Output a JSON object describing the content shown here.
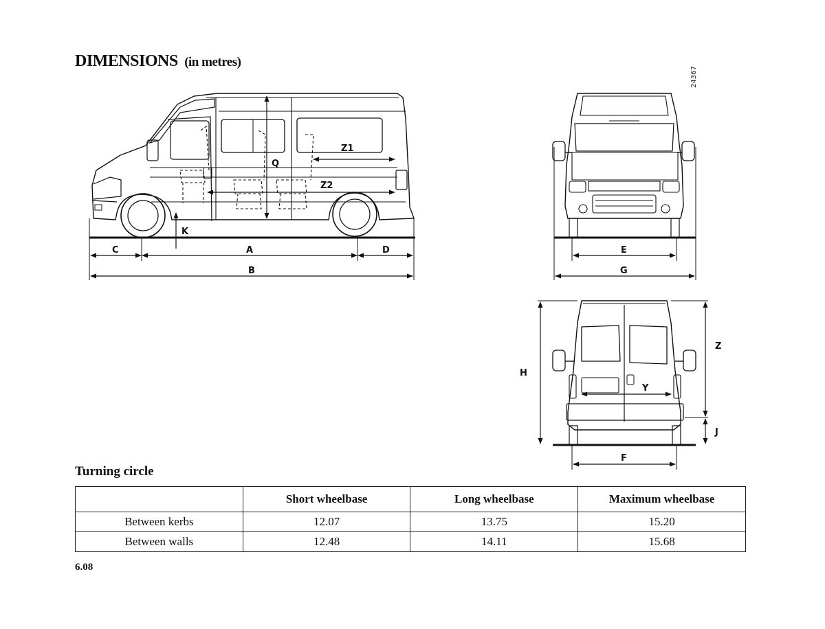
{
  "header": {
    "title": "DIMENSIONS",
    "subtitle": "(in metres)"
  },
  "figure_code": "24367",
  "side_view": {
    "labels": {
      "q": "Q",
      "z1": "Z1",
      "z2": "Z2",
      "k": "K",
      "c": "C",
      "a": "A",
      "d": "D",
      "b": "B"
    }
  },
  "front_view": {
    "labels": {
      "e": "E",
      "g": "G"
    }
  },
  "rear_view": {
    "labels": {
      "h": "H",
      "z": "Z",
      "y": "Y",
      "j": "J",
      "f": "F"
    }
  },
  "turning_circle": {
    "title": "Turning circle",
    "columns": [
      "",
      "Short wheelbase",
      "Long wheelbase",
      "Maximum wheelbase"
    ],
    "rows": [
      {
        "label": "Between kerbs",
        "values": [
          "12.07",
          "13.75",
          "15.20"
        ]
      },
      {
        "label": "Between walls",
        "values": [
          "12.48",
          "14.11",
          "15.68"
        ]
      }
    ]
  },
  "footer": {
    "page_number": "6.08"
  }
}
